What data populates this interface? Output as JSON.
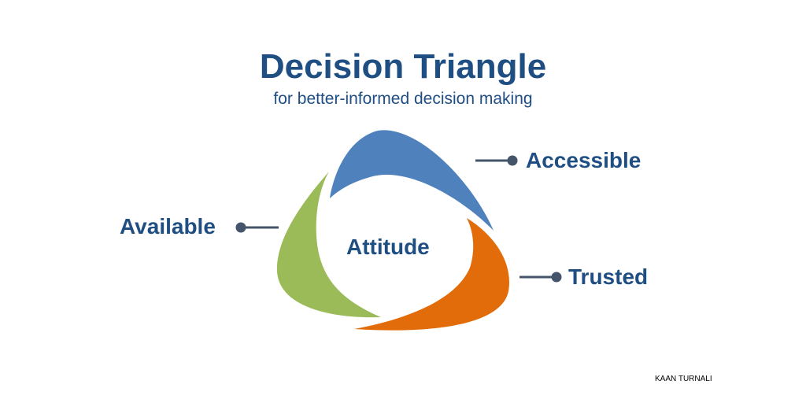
{
  "title": "Decision Triangle",
  "subtitle": "for better-informed decision making",
  "center": "Attitude",
  "labels": {
    "accessible": "Accessible",
    "trusted": "Trusted",
    "available": "Available"
  },
  "author": "KAAN TURNALI",
  "colors": {
    "blue": "#4f81bd",
    "green": "#9bbb59",
    "orange": "#e36c0a",
    "text": "#1f4e83",
    "connector": "#44546a"
  }
}
